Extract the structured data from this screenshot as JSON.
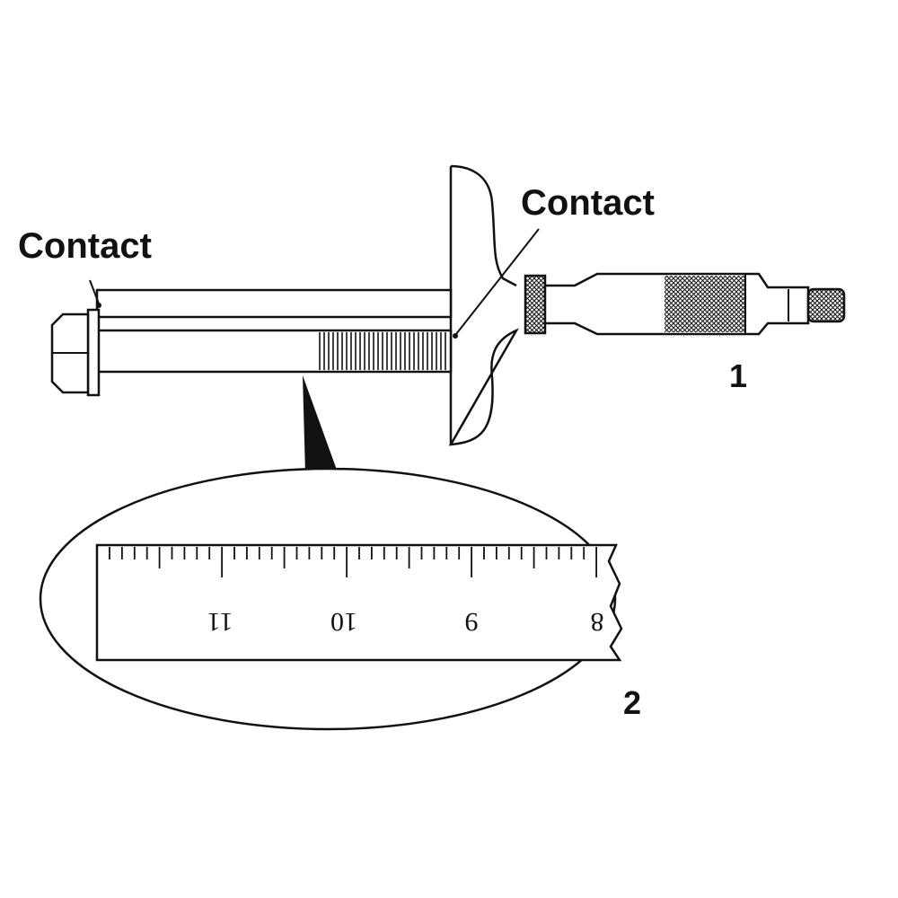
{
  "labels": {
    "contact_left": "Contact",
    "contact_right": "Contact",
    "callout_1": "1",
    "callout_2": "2"
  },
  "scale": {
    "numbers": [
      "11",
      "10",
      "9",
      "8"
    ]
  },
  "colors": {
    "ink": "#111111",
    "paper": "#ffffff"
  }
}
